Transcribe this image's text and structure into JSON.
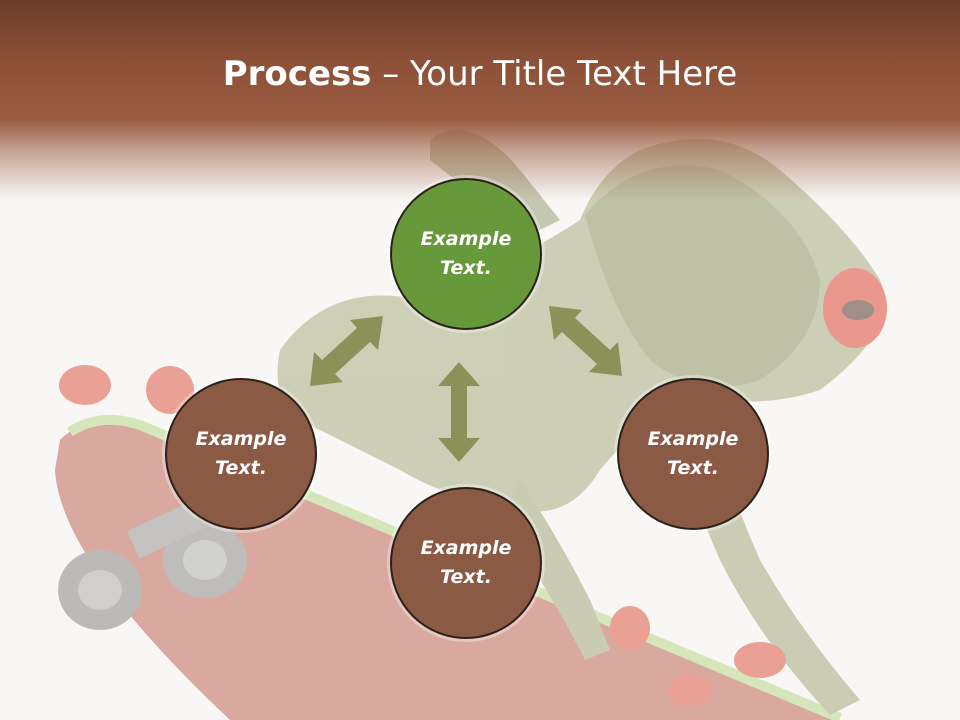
{
  "slide": {
    "title_bold": "Process",
    "title_rest": " – Your Title Text Here"
  },
  "nodes": {
    "top": "Example Text.",
    "left": "Example Text.",
    "right": "Example Text.",
    "bottom": "Example Text."
  },
  "colors": {
    "title_band": "#8c5037",
    "node_top": "#67983a",
    "node_other": "#8b5a45",
    "arrow": "#8c9159"
  },
  "background_image": "frog-on-skateboard"
}
